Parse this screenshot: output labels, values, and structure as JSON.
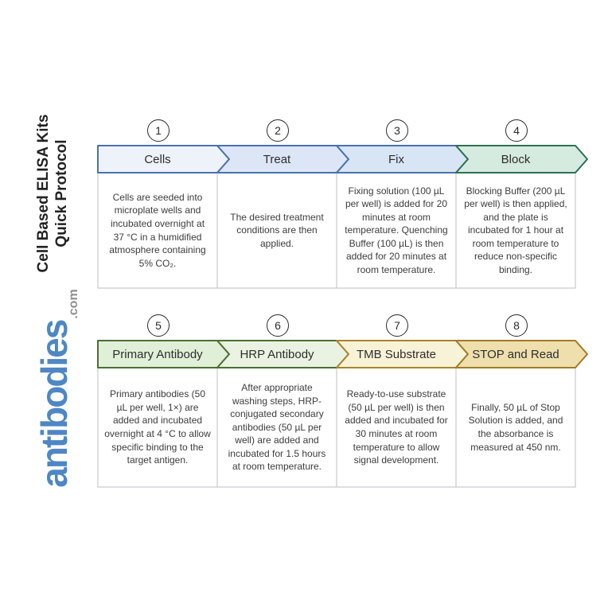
{
  "brand": {
    "title_line1": "Cell Based ELISA Kits",
    "title_line2": "Quick Protocol",
    "logo_text": "antibodies",
    "logo_suffix": ".com",
    "logo_color": "#4e87c3",
    "logo_suffix_color": "#8f8f8f"
  },
  "steps": [
    {
      "number": "1",
      "label": "Cells",
      "description": "Cells are seeded into microplate wells and incubated overnight at 37 °C in a humidified atmosphere containing 5% CO₂.",
      "fill": "#eef3fa",
      "border": "#4a71ae"
    },
    {
      "number": "2",
      "label": "Treat",
      "description": "The desired treatment conditions are then applied.",
      "fill": "#dde6f6",
      "border": "#4a71ae"
    },
    {
      "number": "3",
      "label": "Fix",
      "description": "Fixing solution (100 µL per well) is added for 20 minutes at room temperature. Quenching Buffer (100 µL) is then added for 20 minutes at room temperature.",
      "fill": "#d7e5f5",
      "border": "#4a71ae"
    },
    {
      "number": "4",
      "label": "Block",
      "description": "Blocking Buffer (200 µL per well) is then applied, and the plate is incubated for 1 hour at room temperature to reduce non-specific binding.",
      "fill": "#d6ebdf",
      "border": "#2e6f54"
    },
    {
      "number": "5",
      "label": "Primary Antibody",
      "description": "Primary antibodies (50 µL per well, 1×) are added and incubated overnight at 4 °C to allow specific binding to the target antigen.",
      "fill": "#e0efd7",
      "border": "#4c6e33"
    },
    {
      "number": "6",
      "label": "HRP Antibody",
      "description": "After appropriate washing steps, HRP-conjugated secondary antibodies (50 µL per well) are added and incubated for 1.5 hours at room temperature.",
      "fill": "#eaf3e1",
      "border": "#4c6e33"
    },
    {
      "number": "7",
      "label": "TMB Substrate",
      "description": "Ready-to-use substrate (50 µL per well) is then added and incubated for 30 minutes at room temperature to allow signal development.",
      "fill": "#f8f3d7",
      "border": "#a8842e"
    },
    {
      "number": "8",
      "label": "STOP and Read",
      "description": "Finally, 50 µL of Stop Solution is added, and the absorbance is measured at 450 nm.",
      "fill": "#eedfad",
      "border": "#a07b28"
    }
  ],
  "colors": {
    "box_border": "#bcbfc4",
    "box_fill": "#ffffff"
  }
}
